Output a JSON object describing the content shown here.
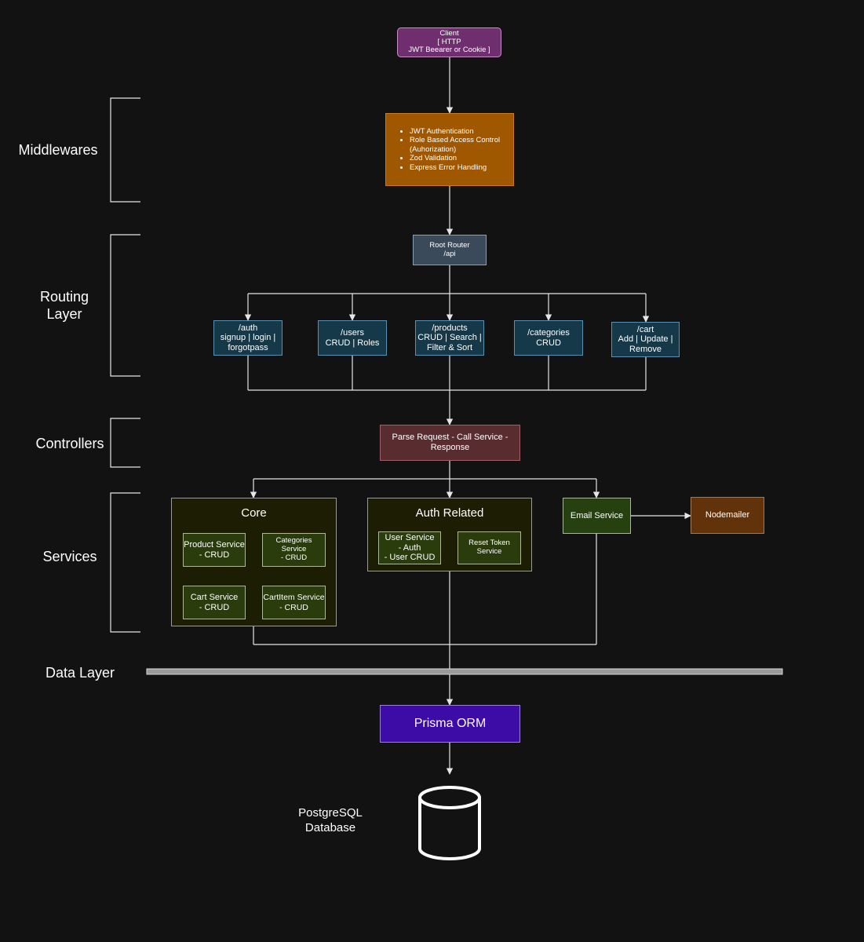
{
  "client": {
    "lines": [
      "Client",
      "[ HTTP",
      "JWT Beearer or Cookie ]"
    ]
  },
  "layer_labels": {
    "middlewares": [
      "Middlewares"
    ],
    "routing": [
      "Routing",
      "Layer"
    ],
    "controllers": [
      "Controllers"
    ],
    "services": [
      "Services"
    ],
    "data": [
      "Data Layer"
    ]
  },
  "middleware": {
    "items": [
      "JWT Authentication",
      "Role Based Access Control",
      "(Auhorization)",
      "Zod Validation",
      "Express Error Handling"
    ]
  },
  "root_router": {
    "lines": [
      "Root Router",
      "/api"
    ]
  },
  "routes": [
    {
      "lines": [
        "/auth",
        "signup | login |",
        "forgotpass"
      ]
    },
    {
      "lines": [
        "/users",
        "CRUD | Roles"
      ]
    },
    {
      "lines": [
        "/products",
        "CRUD | Search |",
        "Filter & Sort"
      ]
    },
    {
      "lines": [
        "/categories",
        "CRUD"
      ]
    },
    {
      "lines": [
        "/cart",
        "Add | Update |",
        "Remove"
      ]
    }
  ],
  "controller": {
    "lines": [
      "Parse Request - Call Service -",
      "Response"
    ]
  },
  "core": {
    "title": "Core",
    "services": [
      {
        "lines": [
          "Product Service",
          "- CRUD"
        ]
      },
      {
        "lines": [
          "Categories",
          "Service",
          "- CRUD"
        ]
      },
      {
        "lines": [
          "Cart Service",
          "- CRUD"
        ]
      },
      {
        "lines": [
          "CartItem Service",
          "- CRUD"
        ]
      }
    ]
  },
  "auth_related": {
    "title": "Auth Related",
    "services": [
      {
        "lines": [
          "User Service",
          "- Auth",
          "- User CRUD"
        ]
      },
      {
        "lines": [
          "Reset Token",
          "Service"
        ]
      }
    ]
  },
  "email_service": {
    "label": "Email Service"
  },
  "nodemailer": {
    "label": "Nodemailer"
  },
  "prisma": {
    "label": "Prisma ORM"
  },
  "database": {
    "lines": [
      "PostgreSQL",
      "Database"
    ]
  },
  "colors": {
    "background": "#121212",
    "line": "#e6e6e6",
    "client": "#6f2f6f",
    "middleware": "#a05800",
    "router": "#3a4a5a",
    "route": "#16394a",
    "controller": "#592d30",
    "group": "#1d1d04",
    "service": "#2a3b0c",
    "email": "#274010",
    "nodemailer": "#62330a",
    "prisma": "#3d0ba6",
    "bar": "#9a9a9a"
  }
}
